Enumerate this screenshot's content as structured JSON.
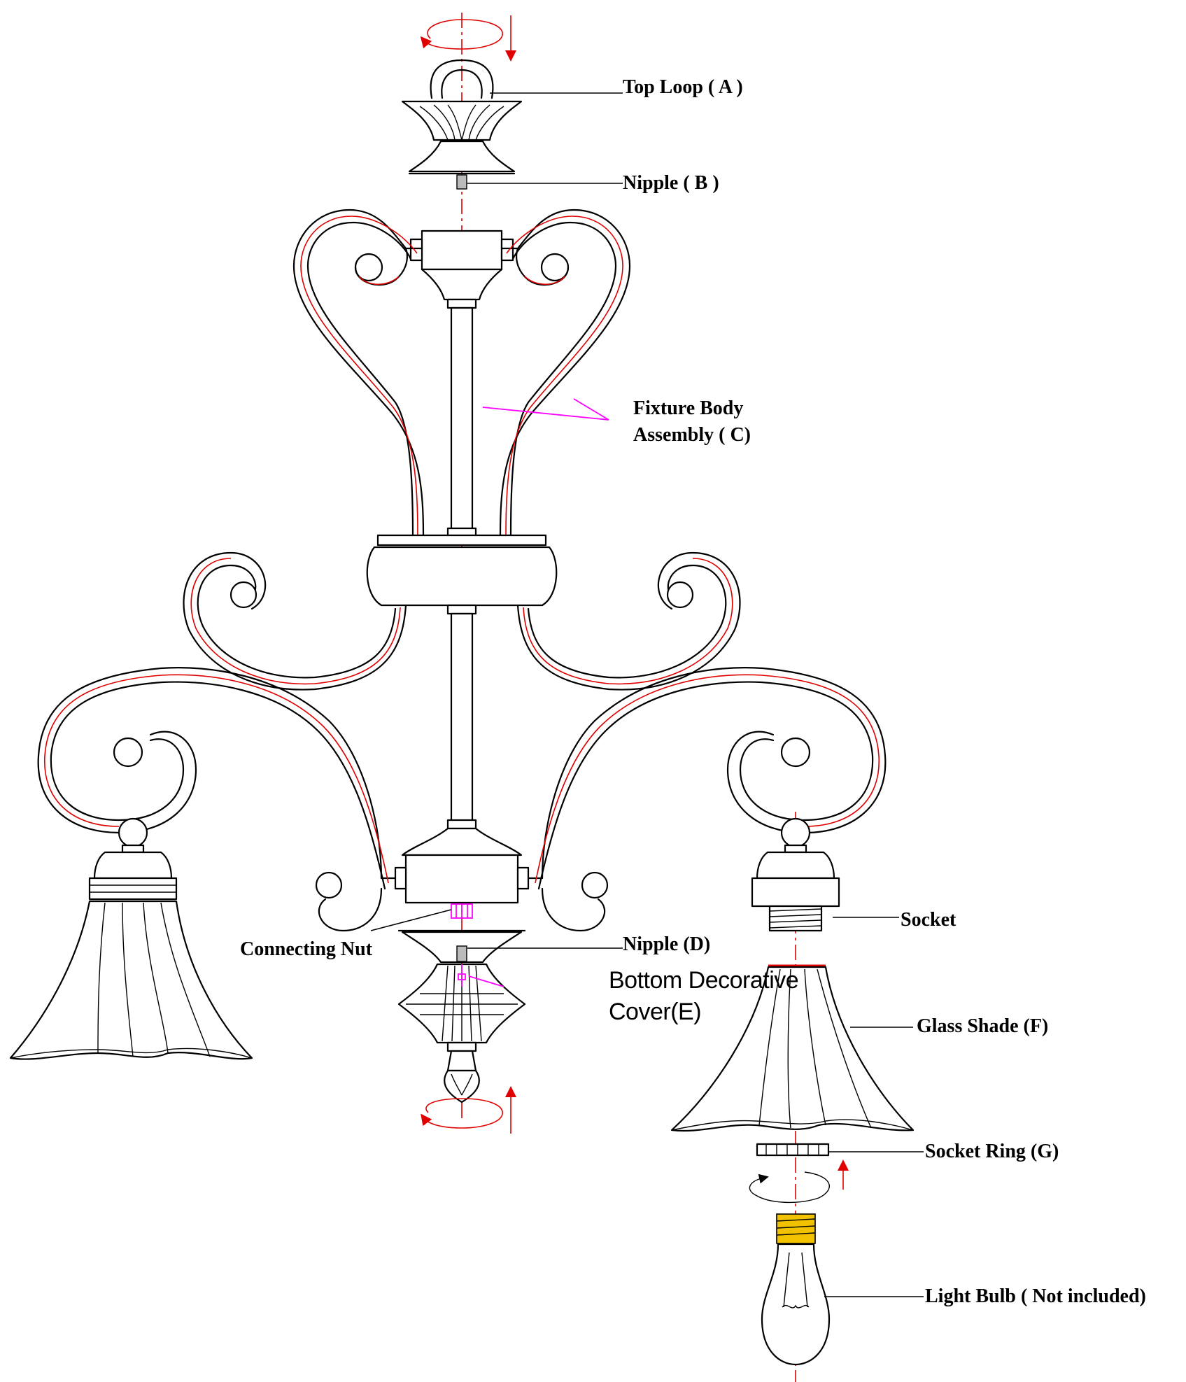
{
  "labels": {
    "top_loop": "Top Loop ( A )",
    "nipple_b": "Nipple ( B )",
    "fixture_body_line1": "Fixture Body",
    "fixture_body_line2": "Assembly ( C)",
    "connecting_nut": "Connecting Nut",
    "nipple_d": "Nipple (D)",
    "bottom_cover_line1": "Bottom Decorative",
    "bottom_cover_line2": "Cover(E)",
    "socket": "Socket",
    "glass_shade": "Glass Shade  (F)",
    "socket_ring": "Socket Ring  (G)",
    "light_bulb": "Light Bulb ( Not included)"
  },
  "colors": {
    "line": "#000000",
    "center_line": "#e00000",
    "rotation_arrow": "#e00000",
    "leader_highlight": "#ff00ff",
    "bulb_base": "#f2c200"
  },
  "icons": {
    "rotate_arrow": "circular-rotation-arrow-icon",
    "direction_arrow": "straight-arrow-icon"
  }
}
